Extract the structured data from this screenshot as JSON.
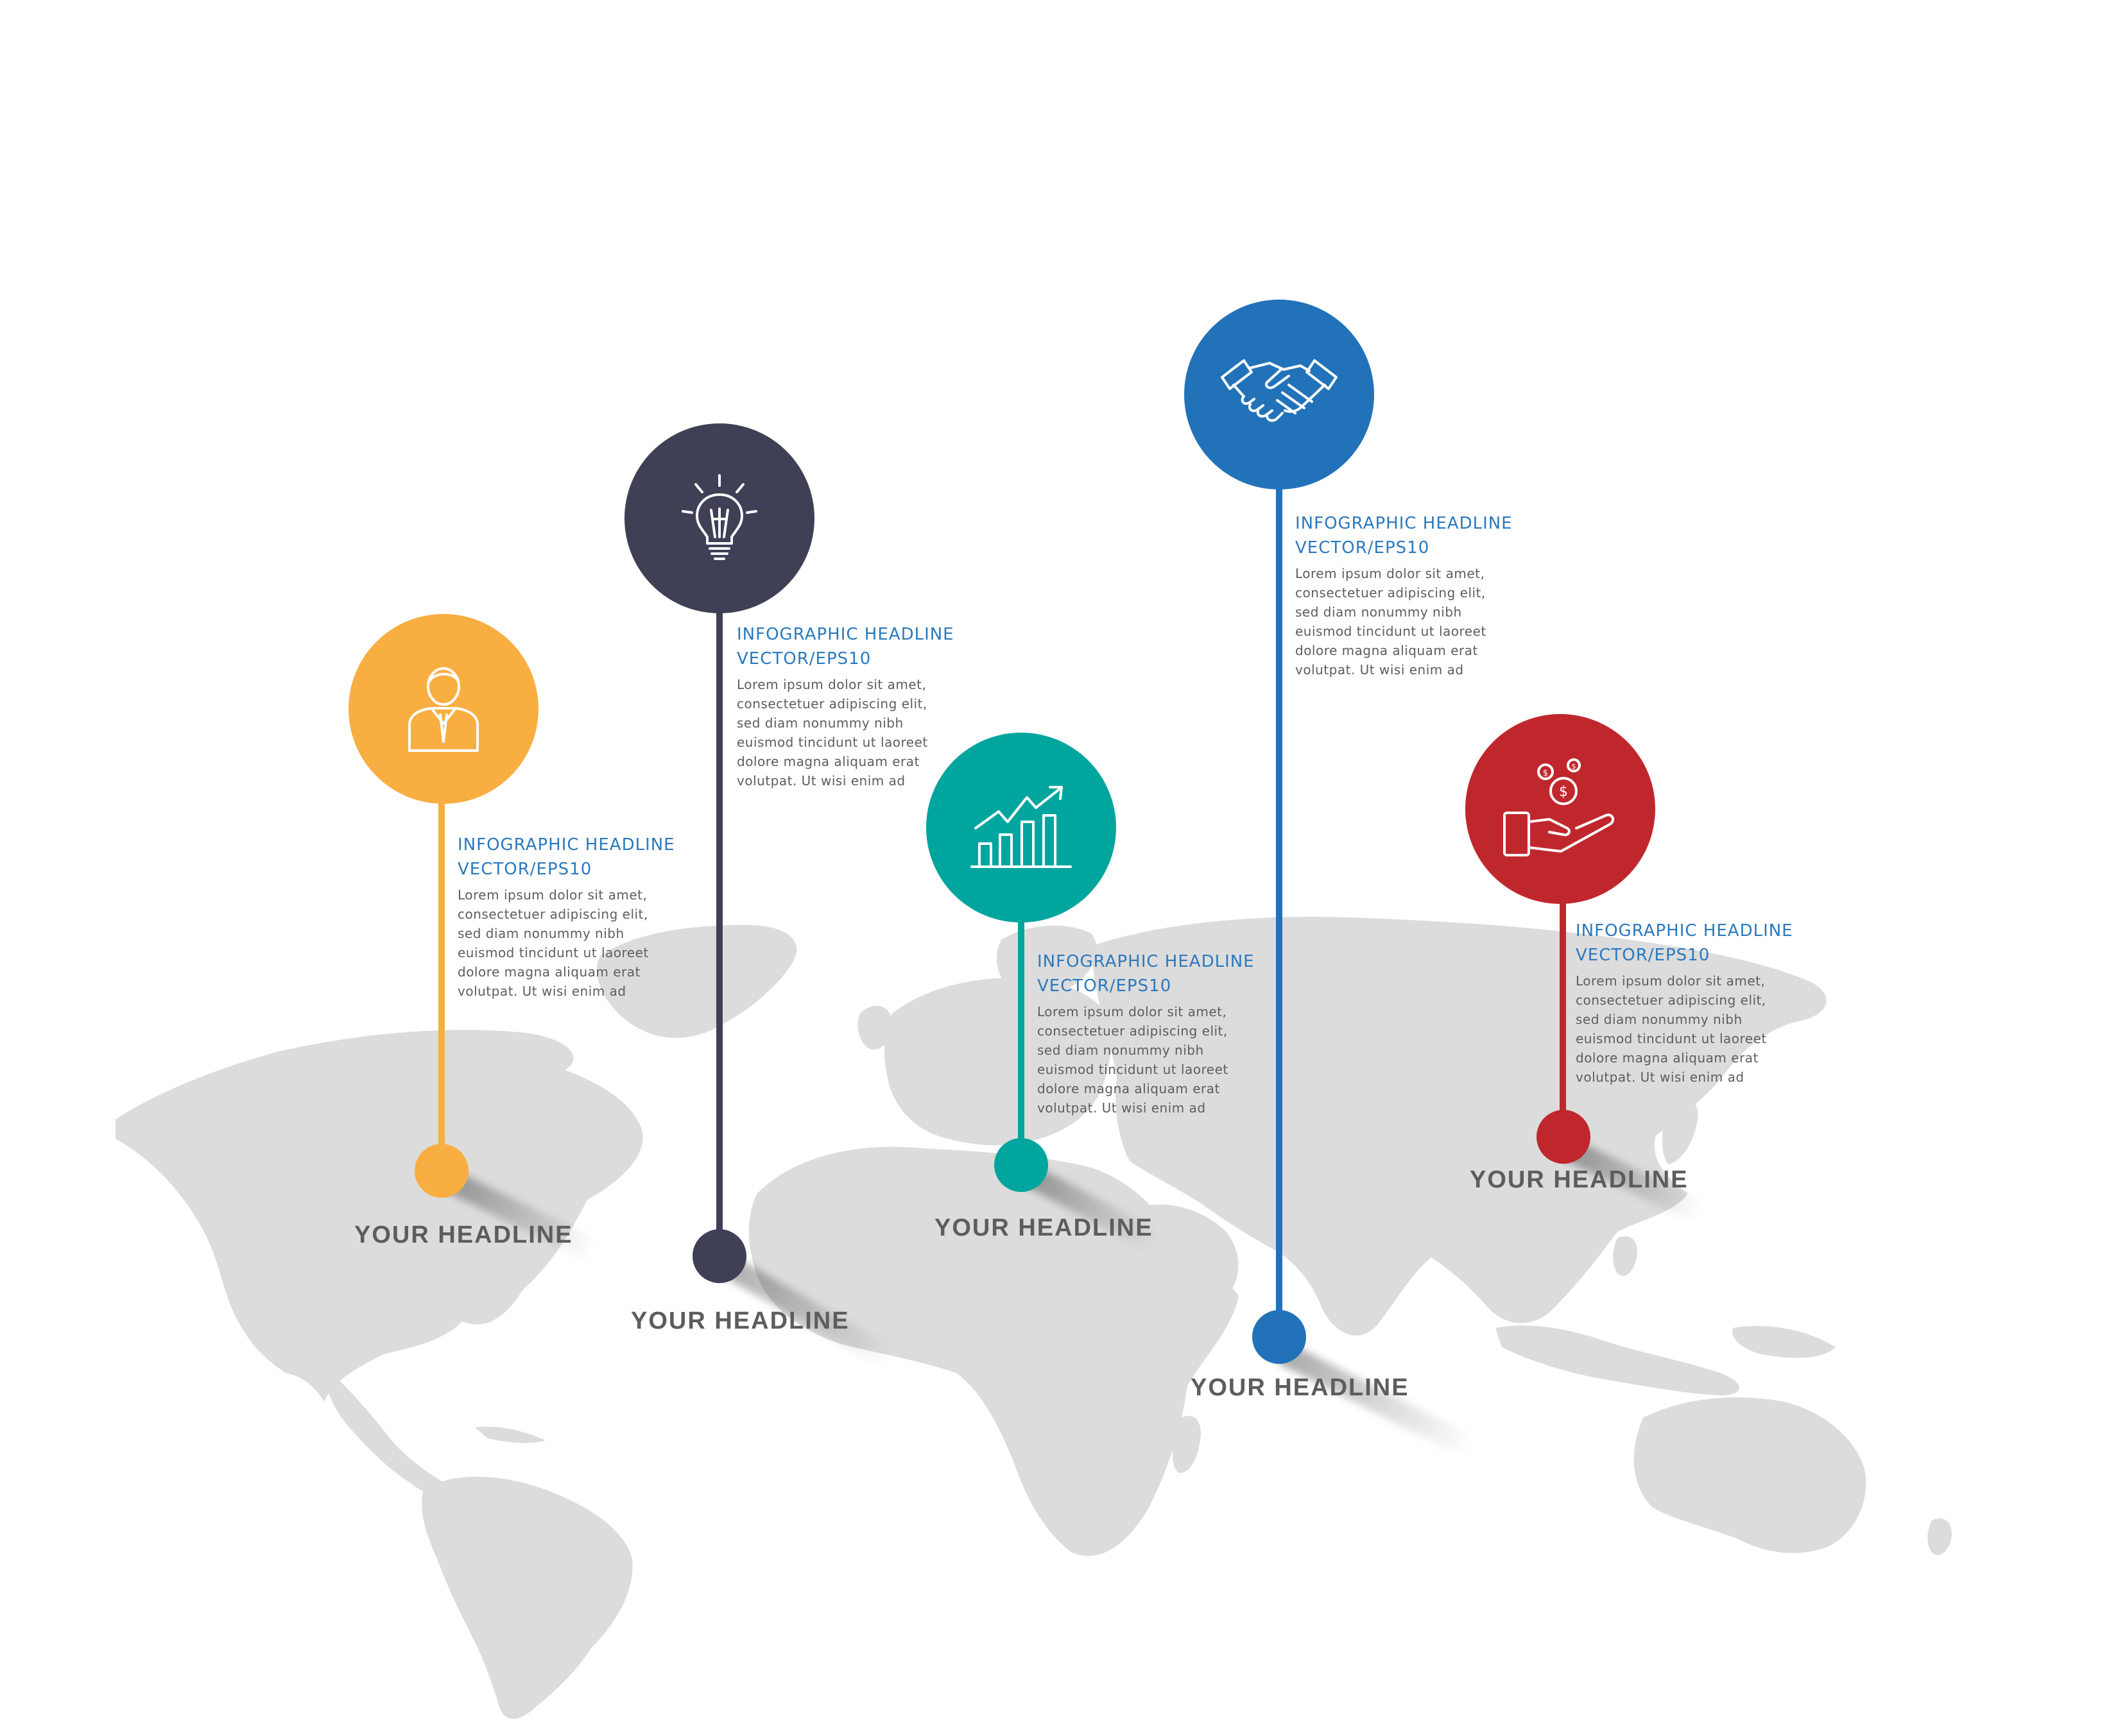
{
  "colors": {
    "map": "#dcdcdc",
    "orange": "#f9ae41",
    "navy": "#3f3f56",
    "teal": "#00a69e",
    "blue": "#2272b9",
    "red": "#c0272d",
    "headline_text": "#5d5d5d",
    "body_text": "#5d5d5d",
    "info_title": "#2b79bd"
  },
  "pins": [
    {
      "id": "orange",
      "icon": "businessman-icon",
      "title_line1": "INFOGRAPHIC HEADLINE",
      "title_line2": "VECTOR/EPS10",
      "body_lines": [
        "Lorem ipsum dolor sit amet,",
        "consectetuer adipiscing elit,",
        "sed diam nonummy nibh",
        "euismod tincidunt ut laoreet",
        "dolore magna aliquam erat",
        "volutpat. Ut wisi enim ad"
      ],
      "headline": "YOUR HEADLINE"
    },
    {
      "id": "navy",
      "icon": "lightbulb-icon",
      "title_line1": "INFOGRAPHIC HEADLINE",
      "title_line2": "VECTOR/EPS10",
      "body_lines": [
        "Lorem ipsum dolor sit amet,",
        "consectetuer adipiscing elit,",
        "sed diam nonummy nibh",
        "euismod tincidunt ut laoreet",
        "dolore magna aliquam erat",
        "volutpat. Ut wisi enim ad"
      ],
      "headline": "YOUR HEADLINE"
    },
    {
      "id": "teal",
      "icon": "growth-chart-icon",
      "title_line1": "INFOGRAPHIC HEADLINE",
      "title_line2": "VECTOR/EPS10",
      "body_lines": [
        "Lorem ipsum dolor sit amet,",
        "consectetuer adipiscing elit,",
        "sed diam nonummy nibh",
        "euismod tincidunt ut laoreet",
        "dolore magna aliquam erat",
        "volutpat. Ut wisi enim ad"
      ],
      "headline": "YOUR HEADLINE"
    },
    {
      "id": "blue",
      "icon": "handshake-icon",
      "title_line1": "INFOGRAPHIC HEADLINE",
      "title_line2": "VECTOR/EPS10",
      "body_lines": [
        "Lorem ipsum dolor sit amet,",
        "consectetuer adipiscing elit,",
        "sed diam nonummy nibh",
        "euismod tincidunt ut laoreet",
        "dolore magna aliquam erat",
        "volutpat. Ut wisi enim ad"
      ],
      "headline": "YOUR HEADLINE"
    },
    {
      "id": "red",
      "icon": "money-hand-icon",
      "title_line1": "INFOGRAPHIC HEADLINE",
      "title_line2": "VECTOR/EPS10",
      "body_lines": [
        "Lorem ipsum dolor sit amet,",
        "consectetuer adipiscing elit,",
        "sed diam nonummy nibh",
        "euismod tincidunt ut laoreet",
        "dolore magna aliquam erat",
        "volutpat. Ut wisi enim ad"
      ],
      "headline": "YOUR HEADLINE"
    }
  ]
}
